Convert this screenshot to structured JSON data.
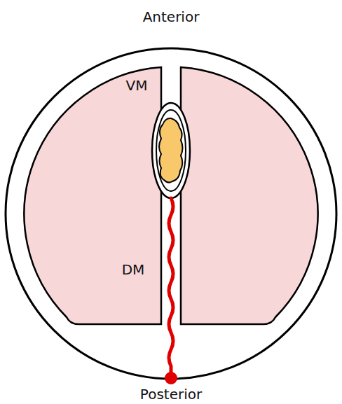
{
  "diagram": {
    "labels": [
      "Anterior",
      "VM",
      "DM",
      "Posterior"
    ]
  }
}
